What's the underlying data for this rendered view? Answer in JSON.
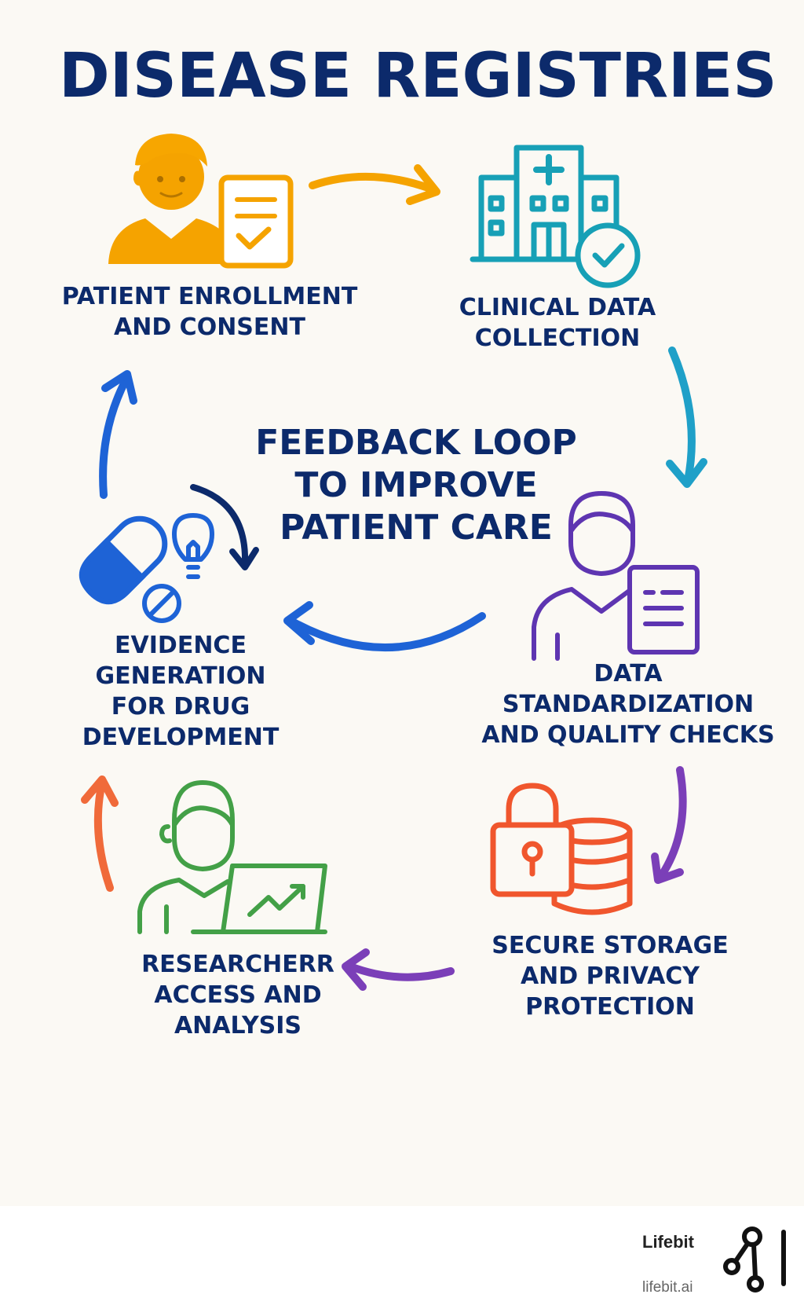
{
  "title": "DISEASE REGISTRIES",
  "center_text": "FEEDBACK LOOP\nTO IMPROVE\nPATIENT CARE",
  "steps": [
    {
      "label": "PATIENT ENROLLMENT\nAND CONSENT",
      "icon": "person-with-checked-form-icon",
      "color": "#f5a300"
    },
    {
      "label": "CLINICAL DATA\nCOLLECTION",
      "icon": "hospital-with-check-icon",
      "color": "#17a0b6"
    },
    {
      "label": "DATA\nSTANDARDIZATION\nAND QUALITY CHECKS",
      "icon": "person-with-document-icon",
      "color": "#5e35b1"
    },
    {
      "label": "SECURE STORAGE\nAND PRIVACY\nPROTECTION",
      "icon": "lock-and-database-icon",
      "color": "#f0562d"
    },
    {
      "label": "RESEARCHERR\nACCESS AND\nANALYSIS",
      "icon": "researcher-with-laptop-chart-icon",
      "color": "#43a047"
    },
    {
      "label": "EVIDENCE\nGENERATION\nFOR DRUG\nDEVELOPMENT",
      "icon": "pill-and-lightbulb-icon",
      "color": "#1e63d6"
    }
  ],
  "footer": {
    "brand": "Lifebit",
    "url": "lifebit.ai",
    "logo_icon": "lifebit-logo-icon"
  },
  "colors": {
    "navy": "#0c2a6b",
    "background": "#fbf9f4"
  }
}
